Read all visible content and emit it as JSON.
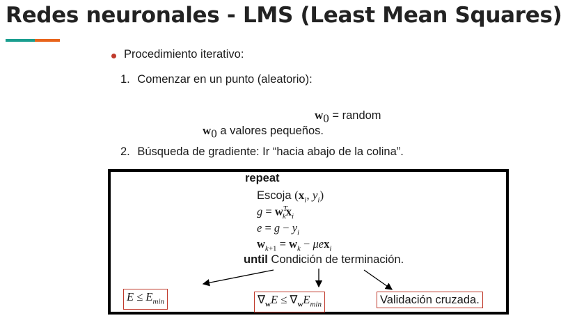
{
  "slide": {
    "title": "Redes neuronales - LMS (Least Mean Squares)",
    "accent_colors": [
      "#1a9e8f",
      "#e8641b"
    ],
    "bullet_color": "#c0392b",
    "bullet_text": "Procedimiento iterativo:",
    "steps": [
      {
        "number": "1.",
        "text": "Comenzar en un punto (aleatorio):"
      },
      {
        "number": "2.",
        "text": "Búsqueda de gradiente: Ir “hacia abajo de la colina”."
      }
    ],
    "init_eq": {
      "lhs": "w",
      "sub": "0",
      "rhs": "= random"
    },
    "init_note": {
      "sym": "w",
      "sub": "0",
      "text": " a valores pequeños."
    }
  },
  "algorithm": {
    "repeat": "repeat",
    "choose_word": "Escoja",
    "until": "until",
    "until_text": "Condición de terminación.",
    "stop_criteria": {
      "validation": "Validación cruzada."
    }
  }
}
